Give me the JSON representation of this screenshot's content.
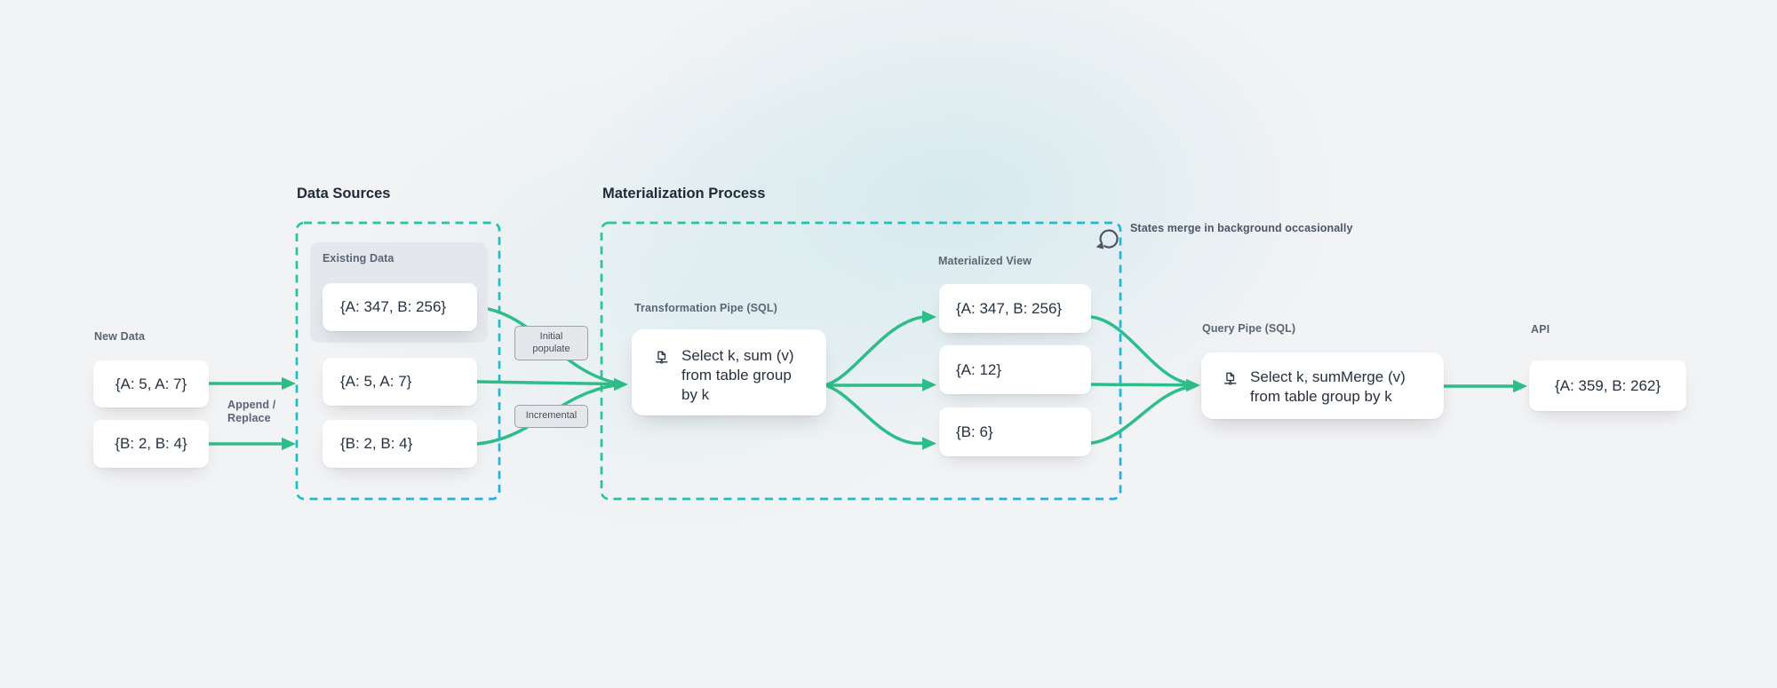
{
  "diagram": {
    "new_data": {
      "label": "New Data",
      "item1": "{A: 5, A: 7}",
      "item2": "{B: 2, B: 4}",
      "append_line1": "Append /",
      "append_line2": "Replace"
    },
    "data_sources": {
      "title": "Data Sources",
      "existing_label": "Existing Data",
      "existing_value": "{A: 347, B: 256}",
      "item1": "{A: 5, A: 7}",
      "item2": "{B: 2, B: 4}",
      "chip_initial_line1": "Initial",
      "chip_initial_line2": "populate",
      "chip_incremental": "Incremental"
    },
    "materialization": {
      "title": "Materialization Process",
      "pipe_label": "Transformation Pipe (SQL)",
      "pipe_line1": "Select k, sum (v)",
      "pipe_line2": "from table group",
      "pipe_line3": "by k",
      "view_label": "Materialized View",
      "view_item1": "{A: 347, B: 256}",
      "view_item2": "{A: 12}",
      "view_item3": "{B: 6}",
      "merge_note": "States merge in background occasionally"
    },
    "query_pipe": {
      "label": "Query Pipe (SQL)",
      "line1": "Select k, sumMerge (v)",
      "line2": "from table group by k"
    },
    "api": {
      "label": "API",
      "value": "{A: 359, B: 262}"
    },
    "colors": {
      "accent_green": "#2dbd89",
      "dash_green": "#2cc493",
      "dash_teal": "#1ec0c0",
      "dash_cyan": "#27aee6",
      "icon_stroke": "#4b5563"
    }
  }
}
